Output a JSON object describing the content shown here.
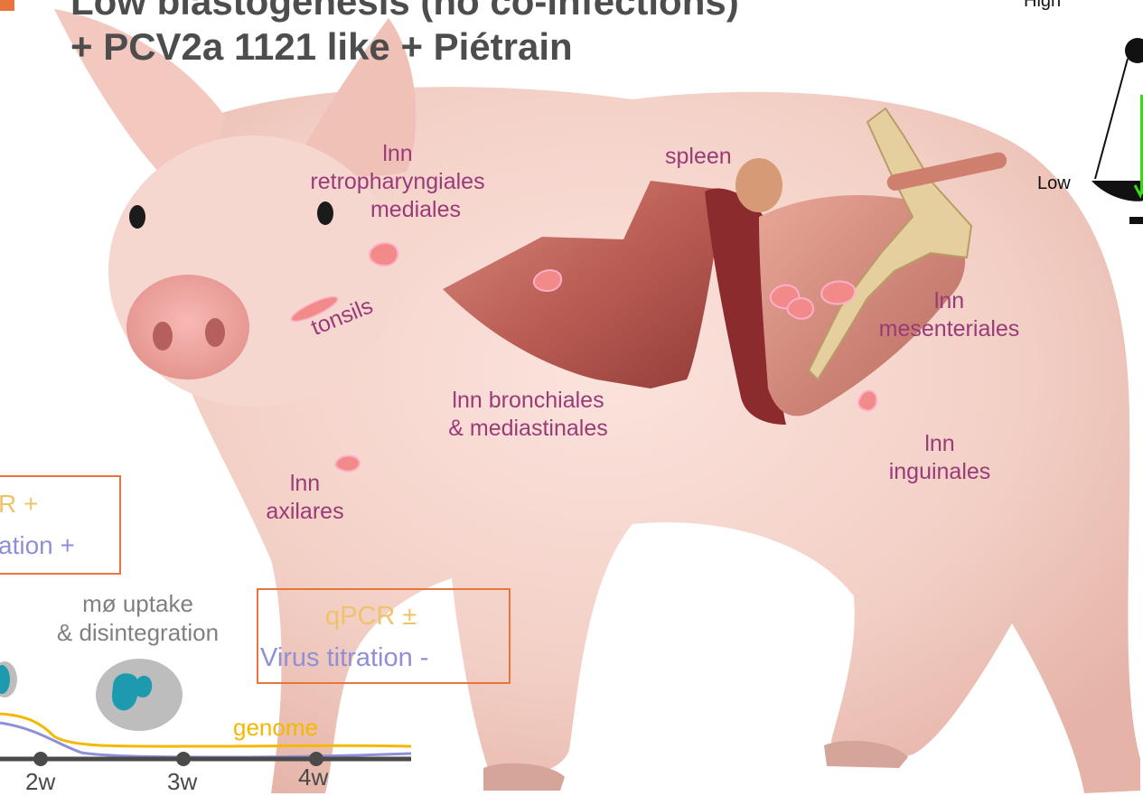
{
  "title": {
    "line1": "Low blastogenesis (no co-infections)",
    "line2": "+ PCV2a 1121 like + Piétrain"
  },
  "organs": {
    "lnn_retropharyngiales": [
      "lnn",
      "retropharyngiales",
      "mediales"
    ],
    "tonsils": "tonsils",
    "spleen": "spleen",
    "lnn_mesenteriales": [
      "lnn",
      "mesenteriales"
    ],
    "lnn_bronchiales": [
      "lnn bronchiales",
      "& mediastinales"
    ],
    "lnn_inguinales": [
      "lnn",
      "inguinales"
    ],
    "lnn_axilares": [
      "lnn",
      "axilares"
    ]
  },
  "left_box": {
    "line1": "R +",
    "line2": "ation +"
  },
  "right_box": {
    "line1": "qPCR ±",
    "line2": "Virus titration -"
  },
  "uptake": {
    "line1": "mø uptake",
    "line2": "& disintegration"
  },
  "timeline": {
    "ticks": [
      "2w",
      "3w",
      "4w"
    ],
    "genome_label": "genome"
  },
  "scale": {
    "high": "High",
    "low": "Low"
  },
  "colors": {
    "accent_orange": "#e8763c",
    "organ_text": "#9b3a78",
    "qpcr_gold": "#f0c36a",
    "titration_lavender": "#8f8fd8",
    "genome_line": "#f5b800",
    "virus_line": "#8f8fd8",
    "lymph_node": "#f28a8a",
    "cell_teal": "#1e9aae",
    "scale_bar": "#33dd11"
  }
}
